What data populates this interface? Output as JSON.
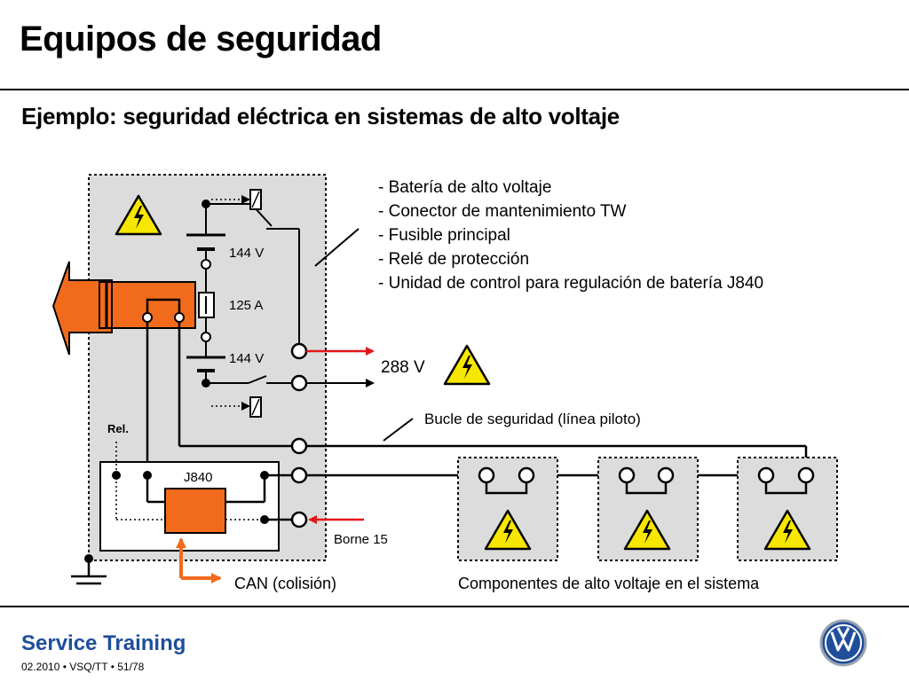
{
  "slide": {
    "title": "Equipos de seguridad",
    "subtitle": "Ejemplo: seguridad eléctrica en sistemas de alto voltaje"
  },
  "legend": {
    "items": [
      "- Batería de alto voltaje",
      "- Conector de mantenimiento TW",
      "- Fusible principal",
      "- Relé de protección",
      "- Unidad de control para regulación de batería J840"
    ]
  },
  "diagram": {
    "cell_voltage_top": "144 V",
    "fuse_rating": "125 A",
    "cell_voltage_bottom": "144 V",
    "output_voltage": "288 V",
    "relay_label": "Rel.",
    "control_unit": "J840",
    "safety_loop": "Bucle de seguridad (línea piloto)",
    "terminal": "Borne 15",
    "can_signal": "CAN (colisión)",
    "components": "Componentes de alto voltaje en el sistema"
  },
  "footer": {
    "brand": "Service Training",
    "meta": "02.2010 • VSQ/TT • 51/78"
  },
  "colors": {
    "accent_orange": "#f26b1d",
    "arrow_red": "#e3171b",
    "warning_yellow": "#f7e600",
    "panel_gray": "#dcdcdc",
    "brand_blue": "#1f4e9a"
  },
  "icons": [
    "high-voltage-warning-icon",
    "ground-icon",
    "vw-logo-icon"
  ]
}
